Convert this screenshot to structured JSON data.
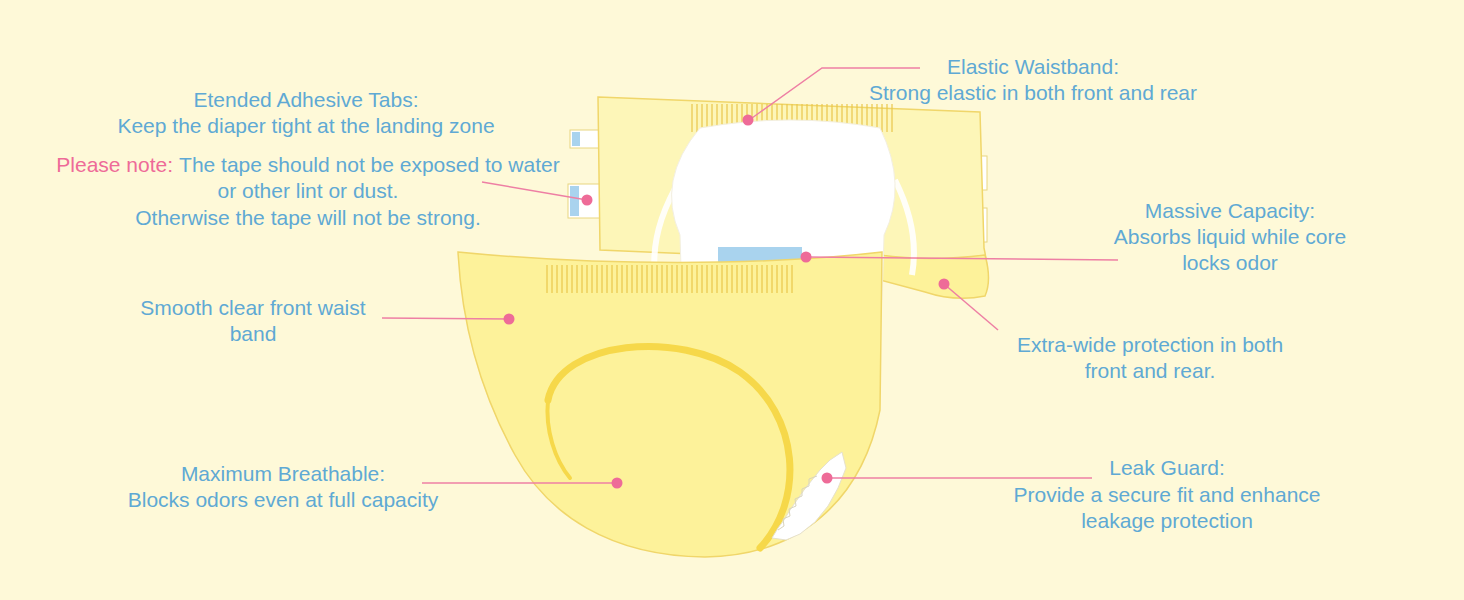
{
  "diagram": {
    "labels": [
      "Etended Adhesive Tabs:",
      "Keep the diaper tight at the landing zone",
      "Please note:",
      "The tape should not be exposed to water or other lint or dust.",
      "Otherwise the tape will not be strong.",
      "Elastic Waistband:",
      "Strong elastic in both front and rear",
      "Massive Capacity:",
      "Absorbs liquid while core locks odor",
      "Smooth clear front waist band",
      "Extra-wide protection in both front and rear.",
      "Maximum Breathable:",
      "Blocks odors even at full capacity",
      "Leak Guard:",
      "Provide a secure fit and enhance leakage protection"
    ]
  }
}
